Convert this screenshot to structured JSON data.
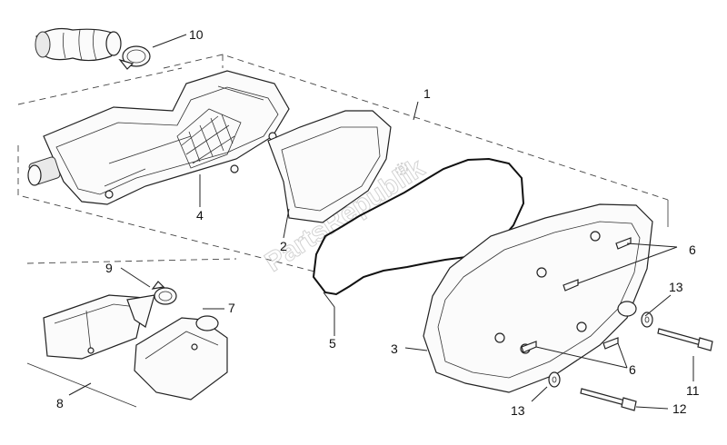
{
  "watermark": "PartsRepublik",
  "callouts": {
    "c1": "1",
    "c2": "2",
    "c3": "3",
    "c4": "4",
    "c5": "5",
    "c6a": "6",
    "c6b": "6",
    "c7": "7",
    "c8": "8",
    "c9": "9",
    "c10": "10",
    "c11": "11",
    "c12": "12",
    "c13a": "13",
    "c13b": "13"
  }
}
